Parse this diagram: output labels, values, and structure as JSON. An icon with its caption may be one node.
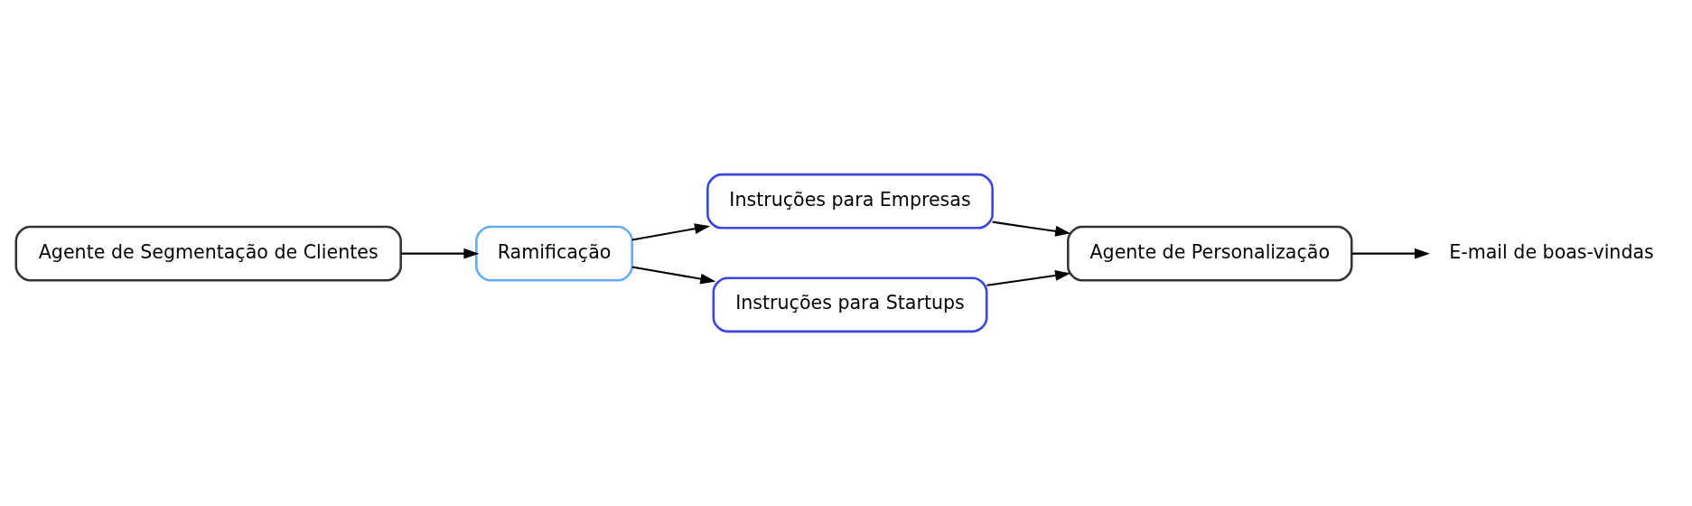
{
  "diagram": {
    "nodes": [
      {
        "text": [
          "Agente de Segmentação de Clientes"
        ]
      },
      {
        "text": [
          "Ramificação"
        ]
      },
      {
        "text": [
          "Instruções para Empresas"
        ]
      },
      {
        "text": [
          "Instruções para Startups"
        ]
      },
      {
        "text": [
          "Agente de Personalização"
        ]
      },
      {
        "text": [
          "E-mail de boas-vindas"
        ]
      }
    ],
    "edges": [
      {
        "from": 0,
        "to": 1,
        "arrow": "to"
      },
      {
        "from": 1,
        "to": 2,
        "arrow": "to"
      },
      {
        "from": 1,
        "to": 3,
        "arrow": "to"
      },
      {
        "from": 2,
        "to": 4,
        "arrow": "to"
      },
      {
        "from": 3,
        "to": 4,
        "arrow": "to"
      },
      {
        "from": 4,
        "to": 5,
        "arrow": "to"
      }
    ]
  }
}
